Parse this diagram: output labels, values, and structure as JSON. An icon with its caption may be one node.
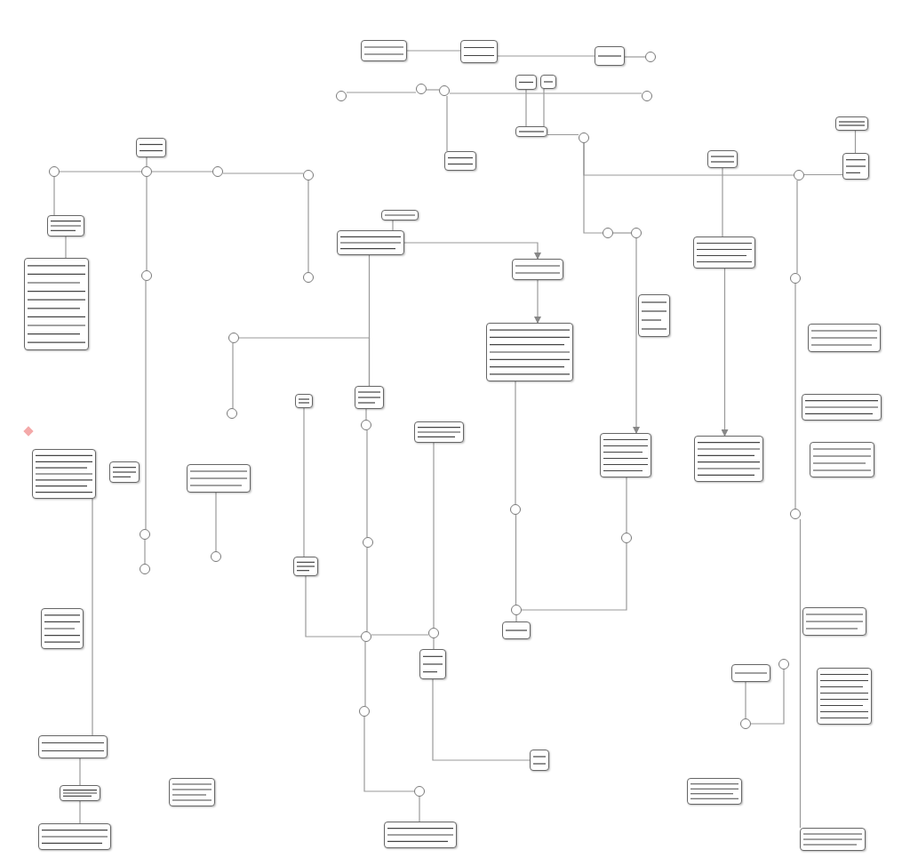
{
  "diagram": {
    "nodes": [
      {
        "text": [],
        "shape": "box"
      },
      {
        "text": [],
        "shape": "box"
      },
      {
        "text": [],
        "shape": "box"
      },
      {
        "text": [],
        "shape": "box"
      },
      {
        "text": [],
        "shape": "box"
      },
      {
        "text": [],
        "shape": "box"
      },
      {
        "text": [],
        "shape": "box"
      },
      {
        "text": [],
        "shape": "box"
      },
      {
        "text": [],
        "shape": "box"
      },
      {
        "text": [],
        "shape": "box"
      },
      {
        "text": [],
        "shape": "box"
      },
      {
        "text": [],
        "shape": "box"
      },
      {
        "text": [],
        "shape": "box"
      },
      {
        "text": [],
        "shape": "box"
      },
      {
        "text": [],
        "shape": "box"
      },
      {
        "text": [],
        "shape": "box"
      },
      {
        "text": [],
        "shape": "box"
      },
      {
        "text": [],
        "shape": "box"
      },
      {
        "text": [],
        "shape": "box"
      },
      {
        "text": [],
        "shape": "box"
      },
      {
        "text": [],
        "shape": "box"
      },
      {
        "text": [],
        "shape": "box"
      },
      {
        "text": [],
        "shape": "box"
      },
      {
        "text": [],
        "shape": "box"
      },
      {
        "text": [],
        "shape": "box"
      },
      {
        "text": [],
        "shape": "box"
      },
      {
        "text": [],
        "shape": "box"
      },
      {
        "text": [],
        "shape": "box"
      },
      {
        "text": [],
        "shape": "box"
      },
      {
        "text": [],
        "shape": "box"
      },
      {
        "text": [],
        "shape": "box"
      },
      {
        "text": [],
        "shape": "box"
      },
      {
        "text": [],
        "shape": "box"
      },
      {
        "text": [],
        "shape": "box"
      },
      {
        "text": [],
        "shape": "box"
      },
      {
        "text": [],
        "shape": "box"
      },
      {
        "text": [],
        "shape": "box"
      },
      {
        "text": [],
        "shape": "box"
      },
      {
        "text": [],
        "shape": "box"
      },
      {
        "text": [],
        "shape": "box"
      },
      {
        "text": [],
        "shape": "box"
      },
      {
        "text": [],
        "shape": "box"
      },
      {
        "text": [],
        "shape": "box"
      },
      {
        "text": [],
        "shape": "box"
      },
      {
        "text": [],
        "shape": "box"
      },
      {
        "text": [],
        "shape": "circle"
      },
      {
        "text": [],
        "shape": "circle"
      },
      {
        "text": [],
        "shape": "circle"
      },
      {
        "text": [],
        "shape": "circle"
      },
      {
        "text": [],
        "shape": "circle"
      },
      {
        "text": [],
        "shape": "circle"
      },
      {
        "text": [],
        "shape": "circle"
      },
      {
        "text": [],
        "shape": "circle"
      },
      {
        "text": [],
        "shape": "circle"
      },
      {
        "text": [],
        "shape": "circle"
      },
      {
        "text": [],
        "shape": "circle"
      },
      {
        "text": [],
        "shape": "circle"
      },
      {
        "text": [],
        "shape": "circle"
      },
      {
        "text": [],
        "shape": "circle"
      },
      {
        "text": [],
        "shape": "circle"
      },
      {
        "text": [],
        "shape": "circle"
      },
      {
        "text": [],
        "shape": "circle"
      },
      {
        "text": [],
        "shape": "circle"
      },
      {
        "text": [],
        "shape": "circle"
      },
      {
        "text": [],
        "shape": "circle"
      },
      {
        "text": [],
        "shape": "circle"
      },
      {
        "text": [],
        "shape": "circle"
      },
      {
        "text": [],
        "shape": "circle"
      },
      {
        "text": [],
        "shape": "circle"
      },
      {
        "text": [],
        "shape": "circle"
      },
      {
        "text": [],
        "shape": "circle"
      },
      {
        "text": [],
        "shape": "circle"
      },
      {
        "text": [],
        "shape": "circle"
      },
      {
        "text": [],
        "shape": "circle"
      },
      {
        "text": [],
        "shape": "circle"
      },
      {
        "text": [],
        "shape": "circle"
      },
      {
        "text": [],
        "shape": "circle"
      },
      {
        "text": [],
        "shape": "circle"
      }
    ],
    "edges": [
      {
        "from": 45,
        "to": 46,
        "arrow": "none"
      },
      {
        "from": 46,
        "to": 47,
        "arrow": "none"
      },
      {
        "from": 47,
        "to": 48,
        "arrow": "none"
      },
      {
        "from": 45,
        "to": 11,
        "arrow": "none"
      },
      {
        "from": 11,
        "to": 12,
        "arrow": "none"
      },
      {
        "from": 6,
        "to": 46,
        "arrow": "none"
      },
      {
        "from": 46,
        "to": 49,
        "arrow": "none"
      },
      {
        "from": 49,
        "to": 53,
        "arrow": "none"
      },
      {
        "from": 53,
        "to": 54,
        "arrow": "none"
      },
      {
        "from": 48,
        "to": 50,
        "arrow": "none"
      },
      {
        "from": 51,
        "to": 52,
        "arrow": "none"
      },
      {
        "from": 51,
        "to": 22,
        "arrow": "none"
      },
      {
        "from": 22,
        "to": 14,
        "arrow": "none"
      },
      {
        "from": 14,
        "to": 13,
        "arrow": "none"
      },
      {
        "from": 14,
        "to": 15,
        "arrow": "to"
      },
      {
        "from": 15,
        "to": 18,
        "arrow": "to"
      },
      {
        "from": 18,
        "to": 62,
        "arrow": "none"
      },
      {
        "from": 62,
        "to": 63,
        "arrow": "none"
      },
      {
        "from": 63,
        "to": 33,
        "arrow": "none"
      },
      {
        "from": 10,
        "to": 74,
        "arrow": "none"
      },
      {
        "from": 74,
        "to": 75,
        "arrow": "none"
      },
      {
        "from": 75,
        "to": 76,
        "arrow": "none"
      },
      {
        "from": 74,
        "to": 72,
        "arrow": "none"
      },
      {
        "from": 3,
        "to": 5,
        "arrow": "none"
      },
      {
        "from": 4,
        "to": 5,
        "arrow": "none"
      },
      {
        "from": 5,
        "to": 64,
        "arrow": "none"
      },
      {
        "from": 64,
        "to": 67,
        "arrow": "none"
      },
      {
        "from": 67,
        "to": 9,
        "arrow": "none"
      },
      {
        "from": 8,
        "to": 17,
        "arrow": "none"
      },
      {
        "from": 17,
        "to": 26,
        "arrow": "to"
      },
      {
        "from": 67,
        "to": 68,
        "arrow": "none"
      },
      {
        "from": 68,
        "to": 69,
        "arrow": "none"
      },
      {
        "from": 69,
        "to": 43,
        "arrow": "none"
      },
      {
        "from": 64,
        "to": 65,
        "arrow": "none"
      },
      {
        "from": 65,
        "to": 66,
        "arrow": "none"
      },
      {
        "from": 66,
        "to": 25,
        "arrow": "to"
      },
      {
        "from": 25,
        "to": 77,
        "arrow": "none"
      },
      {
        "from": 77,
        "to": 63,
        "arrow": "none"
      },
      {
        "from": 23,
        "to": 30,
        "arrow": "none"
      },
      {
        "from": 30,
        "to": 58,
        "arrow": "none"
      },
      {
        "from": 22,
        "to": 56,
        "arrow": "none"
      },
      {
        "from": 56,
        "to": 57,
        "arrow": "none"
      },
      {
        "from": 57,
        "to": 58,
        "arrow": "none"
      },
      {
        "from": 58,
        "to": 60,
        "arrow": "none"
      },
      {
        "from": 60,
        "to": 61,
        "arrow": "none"
      },
      {
        "from": 61,
        "to": 38,
        "arrow": "none"
      },
      {
        "from": 24,
        "to": 59,
        "arrow": "none"
      },
      {
        "from": 59,
        "to": 58,
        "arrow": "none"
      },
      {
        "from": 59,
        "to": 32,
        "arrow": "none"
      },
      {
        "from": 32,
        "to": 39,
        "arrow": "none"
      },
      {
        "from": 27,
        "to": 34,
        "arrow": "none"
      },
      {
        "from": 34,
        "to": 35,
        "arrow": "none"
      },
      {
        "from": 35,
        "to": 36,
        "arrow": "none"
      },
      {
        "from": 29,
        "to": 55,
        "arrow": "none"
      },
      {
        "from": 40,
        "to": 70,
        "arrow": "none"
      },
      {
        "from": 70,
        "to": 71,
        "arrow": "none"
      },
      {
        "from": 0,
        "to": 1,
        "arrow": "none"
      },
      {
        "from": 1,
        "to": 2,
        "arrow": "none"
      },
      {
        "from": 2,
        "to": 73,
        "arrow": "none"
      },
      {
        "from": 7,
        "to": 9,
        "arrow": "none"
      }
    ]
  }
}
